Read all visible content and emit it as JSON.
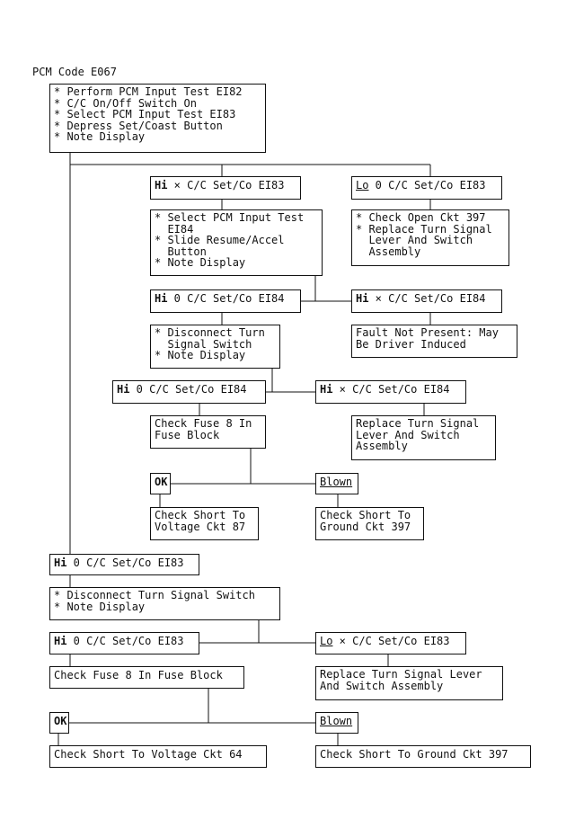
{
  "title": "PCM Code E067",
  "steps": {
    "start": "* Perform PCM Input Test EI82\n* C/C On/Off Switch On\n* Select PCM Input Test EI83\n* Depress Set/Coast Button\n* Note Display",
    "hi_x_ei83": {
      "level": "Hi",
      "text": " × C/C Set/Co EI83"
    },
    "lo_0_ei83": {
      "level": "Lo",
      "text": " 0 C/C Set/Co EI83"
    },
    "select_ei84": "* Select PCM Input Test\n  EI84\n* Slide Resume/Accel\n  Button\n* Note Display",
    "check_open": "* Check Open Ckt 397\n* Replace Turn Signal\n  Lever And Switch\n  Assembly",
    "hi_0_ei84_a": {
      "level": "Hi",
      "text": " 0 C/C Set/Co EI84"
    },
    "hi_x_ei84_a": {
      "level": "Hi",
      "text": " × C/C Set/Co EI84"
    },
    "disconnect_a": "* Disconnect Turn\n  Signal Switch\n* Note Display",
    "fault_not_present": "Fault Not Present: May\nBe Driver Induced",
    "hi_0_ei84_b": {
      "level": "Hi",
      "text": " 0 C/C Set/Co EI84"
    },
    "hi_x_ei84_b": {
      "level": "Hi",
      "text": " × C/C Set/Co EI84"
    },
    "fuse_a": "Check Fuse 8 In\nFuse Block",
    "replace_a": "Replace Turn Signal\nLever And Switch\nAssembly",
    "ok_a": "OK",
    "blown_a": "Blown",
    "short_v87": "Check Short To\nVoltage Ckt 87",
    "short_g397_a": "Check Short To\nGround Ckt 397",
    "hi_0_ei83_a": {
      "level": "Hi",
      "text": " 0 C/C Set/Co EI83"
    },
    "disconnect_b": "* Disconnect Turn Signal Switch\n* Note Display",
    "hi_0_ei83_b": {
      "level": "Hi",
      "text": " 0 C/C Set/Co EI83"
    },
    "lo_x_ei83": {
      "level": "Lo",
      "text": " × C/C Set/Co EI83"
    },
    "fuse_b": "Check Fuse 8 In Fuse Block",
    "replace_b": "Replace Turn Signal Lever\nAnd Switch Assembly",
    "ok_b": "OK",
    "blown_b": "Blown",
    "short_v64": "Check Short To Voltage Ckt 64",
    "short_g397_b": "Check Short To Ground Ckt 397"
  }
}
